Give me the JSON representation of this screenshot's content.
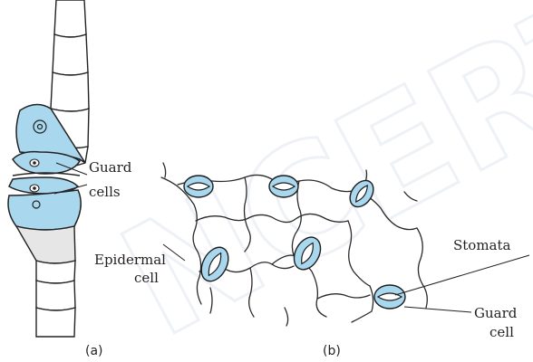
{
  "watermark": {
    "text": "NCERT"
  },
  "panel_a": {
    "caption": "(a)",
    "guard_cells_label": [
      "Guard",
      "cells"
    ]
  },
  "panel_b": {
    "caption": "(b)",
    "epidermal_cell_label": [
      "Epidermal",
      "cell"
    ],
    "stomata_label": "Stomata",
    "guard_cell_label": [
      "Guard",
      "cell"
    ]
  },
  "colors": {
    "guard_cell_fill": "#a9d8ee",
    "line": "#222222",
    "background": "#ffffff"
  }
}
